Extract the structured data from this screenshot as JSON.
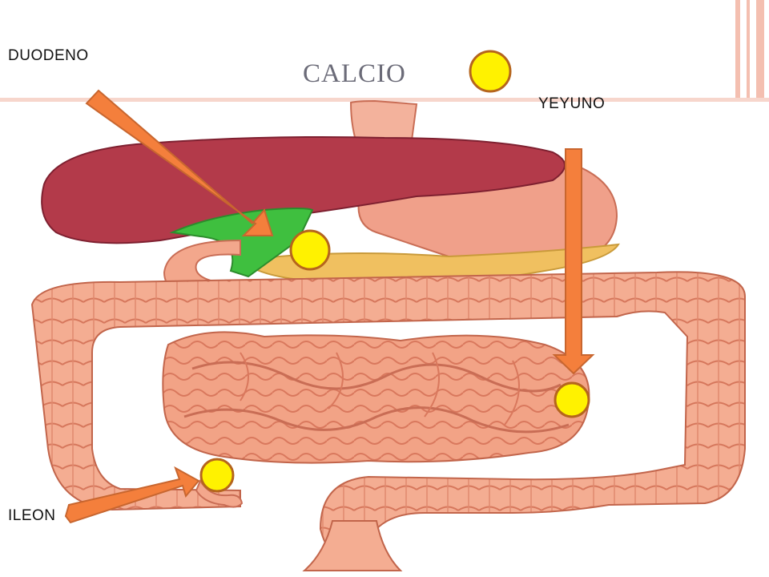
{
  "title": "CALCIO",
  "labels": {
    "duodeno": "DUODENO",
    "yeyuno": "YEYUNO",
    "ileon": "ILEON"
  },
  "colors": {
    "arrow": "#f47f3c",
    "arrow_stroke": "#c8662f",
    "marker": "#fff200",
    "marker_stroke": "#b5651d",
    "title": "#6b6b78",
    "frame_stripe": "#f4bfb0",
    "liver": "#b33a4a",
    "stomach": "#f0a08a",
    "intestine": "#ee9a7c",
    "pancreas": "#f0c060",
    "gallbladder": "#3fbf3f"
  },
  "icons": [
    "calcium-marker-icon",
    "arrow-icon"
  ]
}
